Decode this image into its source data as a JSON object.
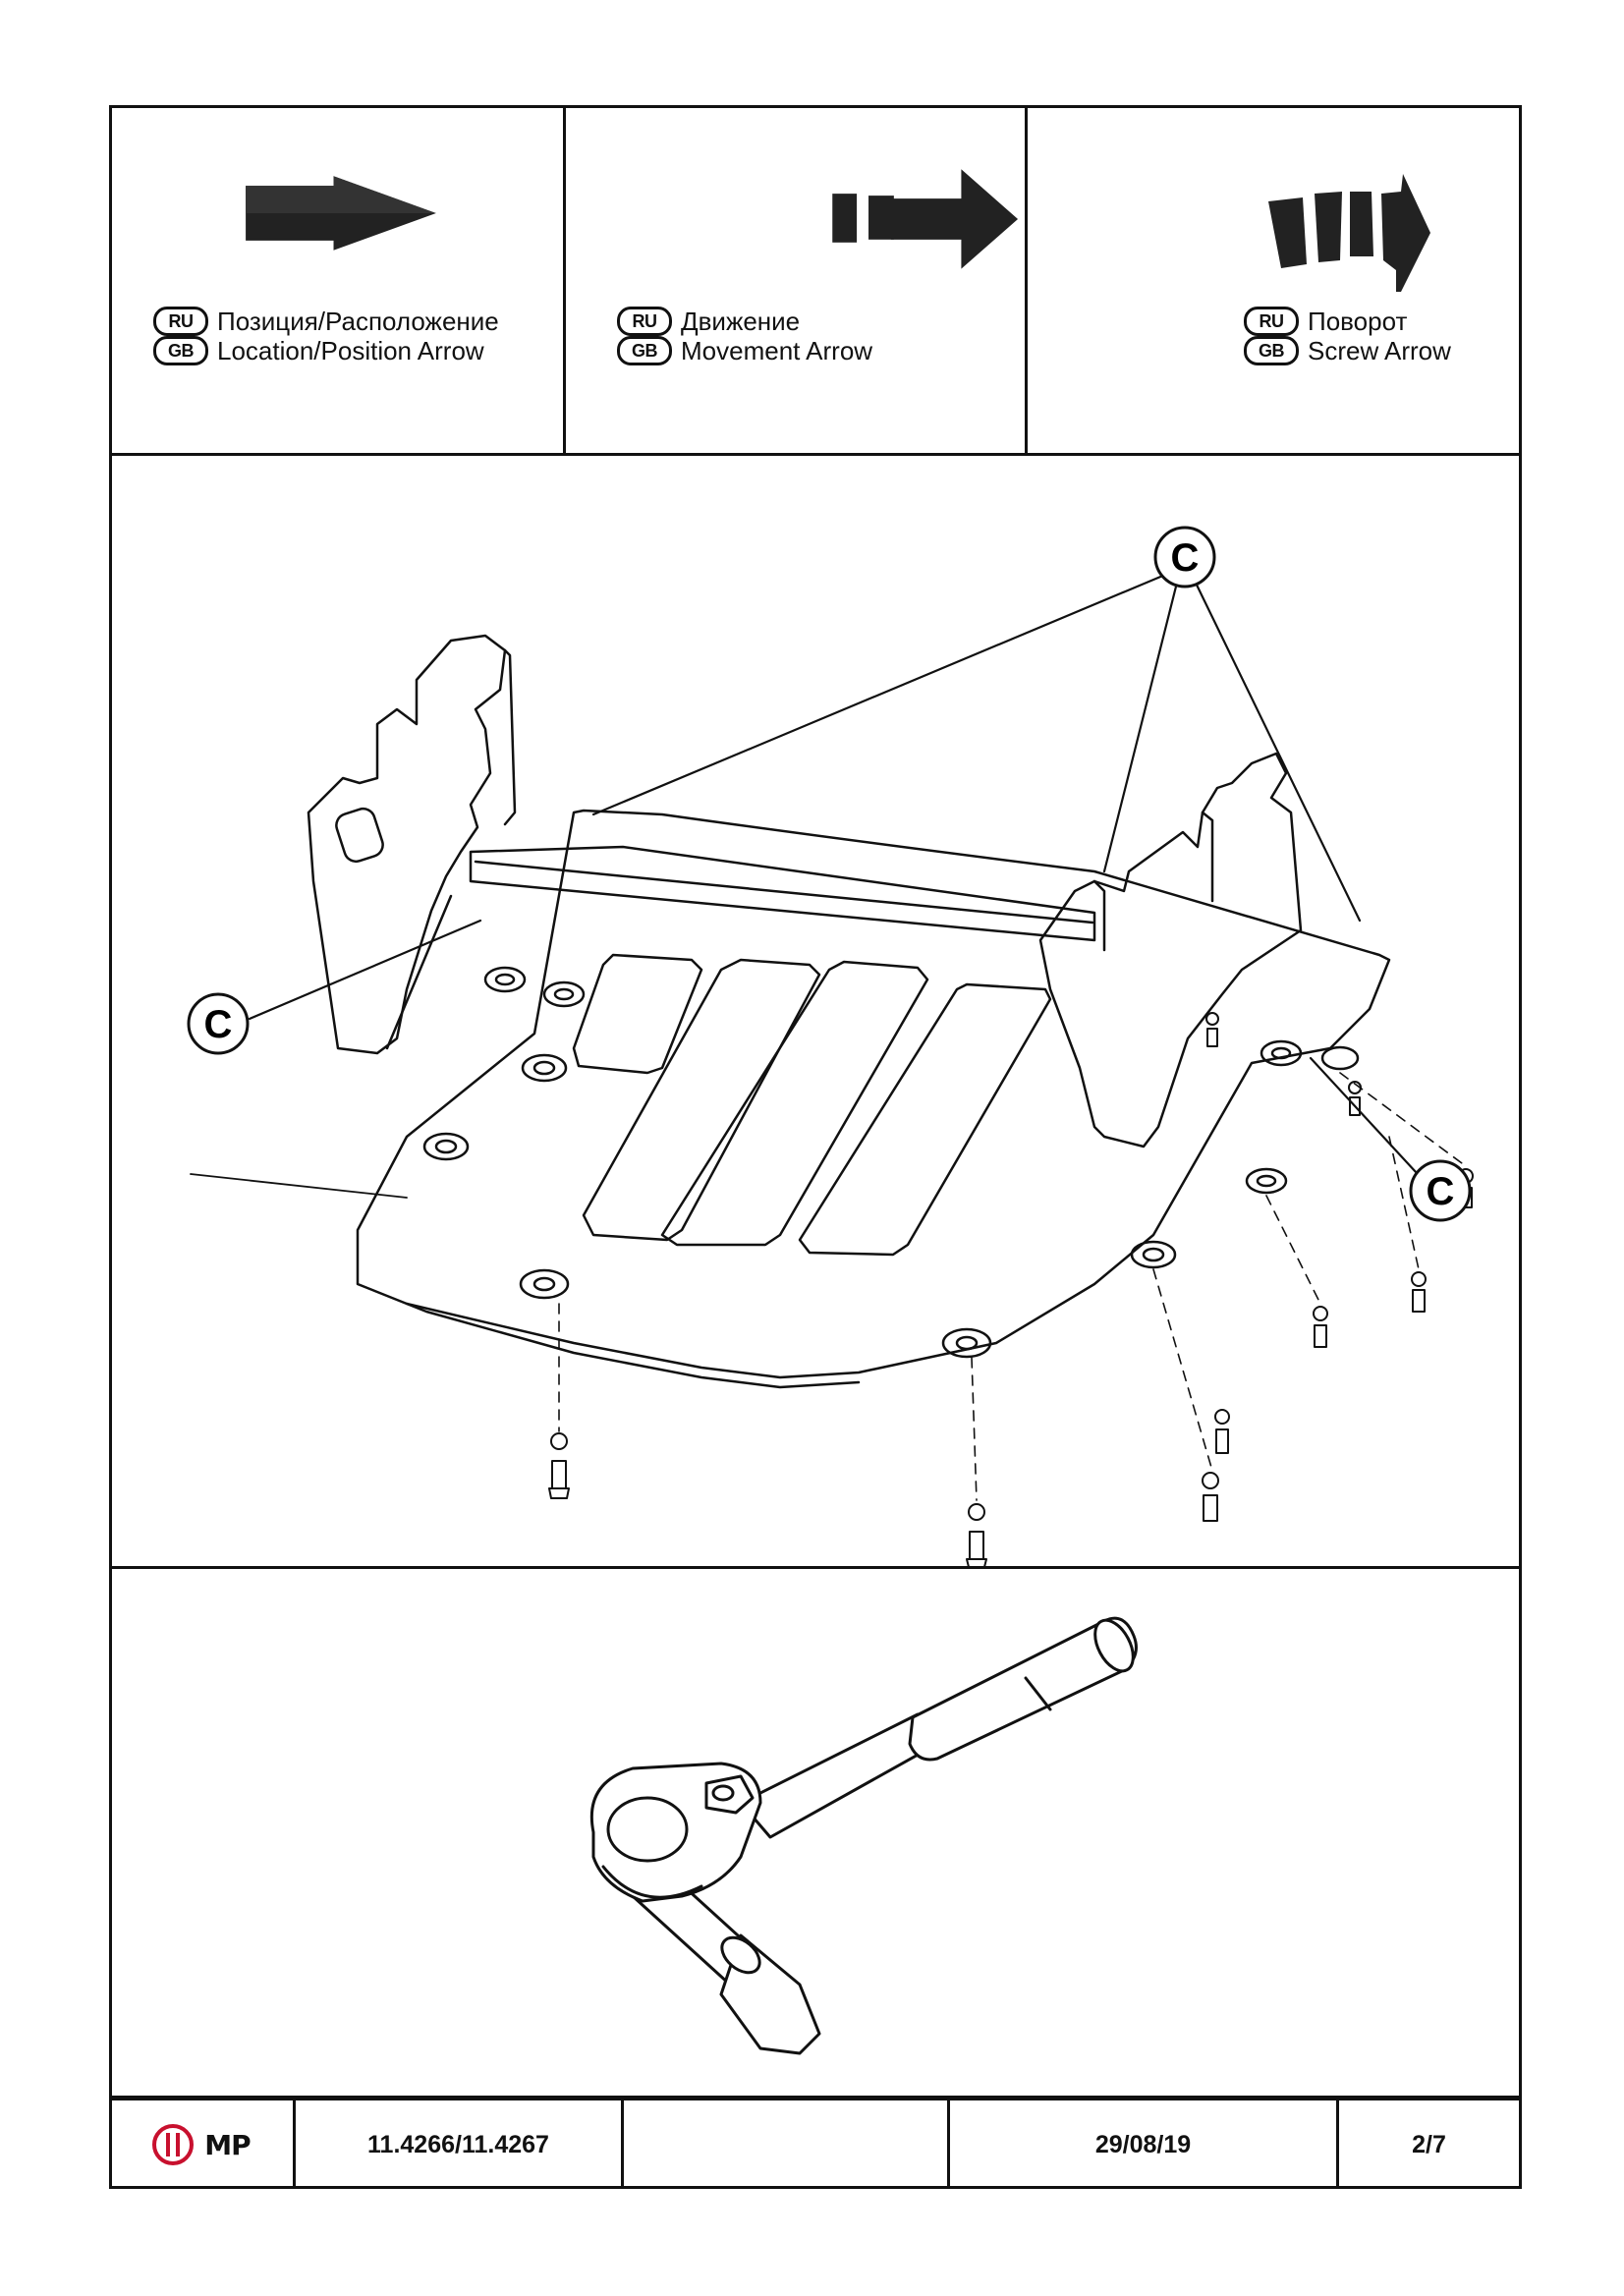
{
  "legend": [
    {
      "icon": "location-arrow-icon",
      "lines": [
        {
          "lang": "RU",
          "text": "Позиция/Расположение"
        },
        {
          "lang": "GB",
          "text": "Location/Position Arrow"
        }
      ]
    },
    {
      "icon": "movement-arrow-icon",
      "lines": [
        {
          "lang": "RU",
          "text": "Движение"
        },
        {
          "lang": "GB",
          "text": "Movement Arrow"
        }
      ]
    },
    {
      "icon": "screw-arrow-icon",
      "lines": [
        {
          "lang": "RU",
          "text": "Поворот"
        },
        {
          "lang": "GB",
          "text": "Screw Arrow"
        }
      ]
    }
  ],
  "diagram": {
    "callout_label": "C"
  },
  "footer": {
    "logo_text": "MP",
    "part_number": "11.4266/11.4267",
    "blank": "",
    "date": "29/08/19",
    "page": "2/7"
  },
  "colors": {
    "ink": "#111111",
    "logo_red": "#c8102e",
    "paper": "#ffffff"
  }
}
